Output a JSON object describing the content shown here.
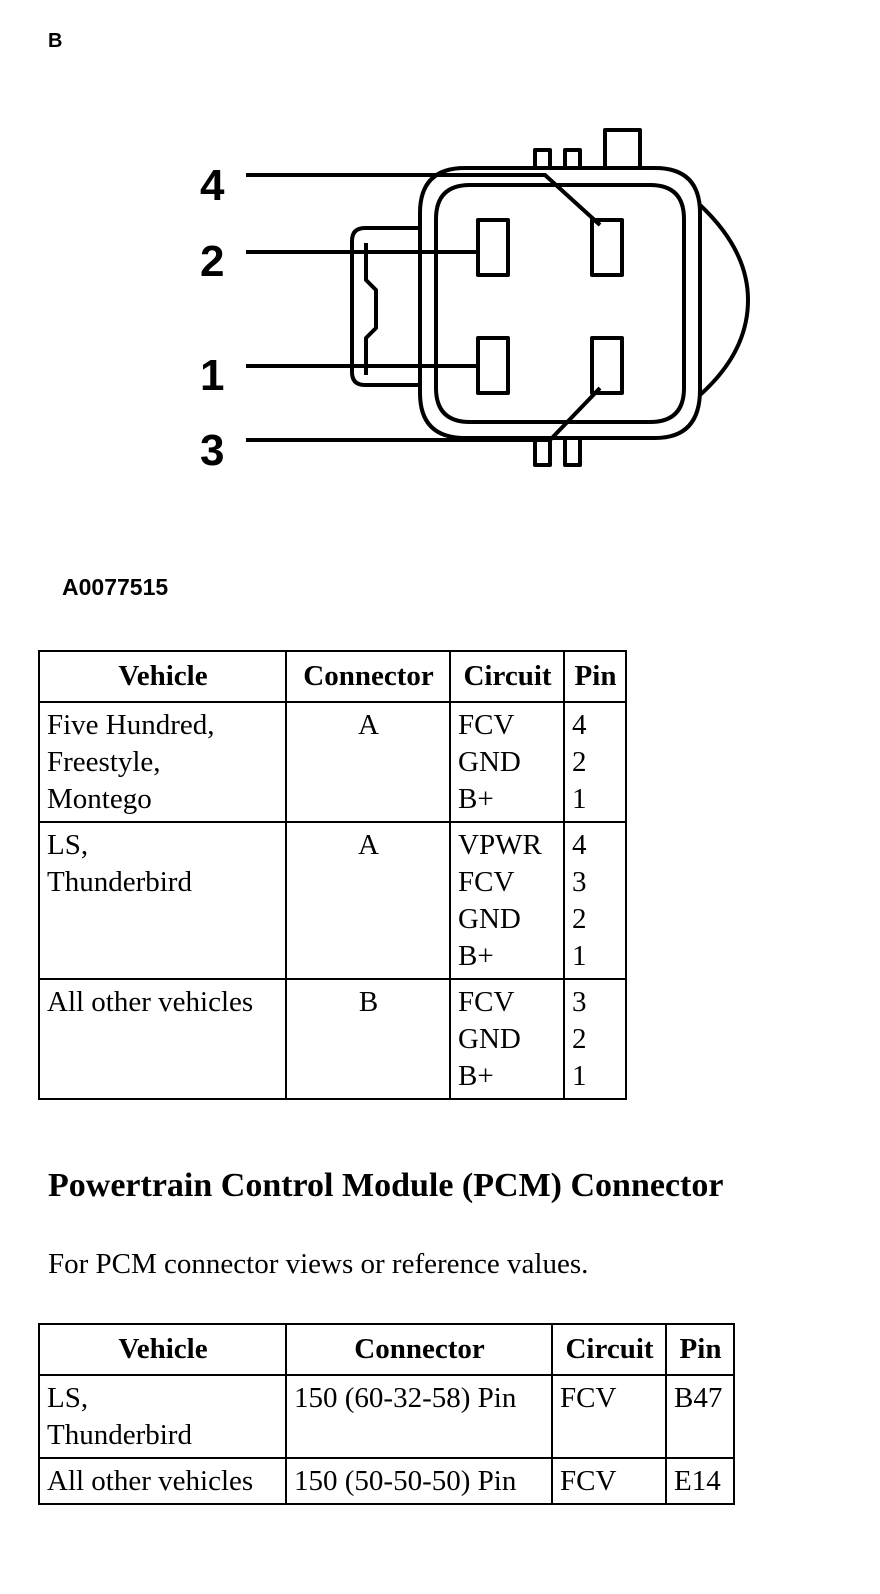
{
  "figure": {
    "letter": "B",
    "id": "A0077515",
    "pin_labels": [
      "4",
      "2",
      "1",
      "3"
    ]
  },
  "table1": {
    "headers": [
      "Vehicle",
      "Connector",
      "Circuit",
      "Pin"
    ],
    "rows": [
      {
        "vehicle": [
          "Five Hundred,",
          "Freestyle,",
          "Montego"
        ],
        "connector": "A",
        "circuits": [
          "FCV",
          "GND",
          "B+"
        ],
        "pins": [
          "4",
          "2",
          "1"
        ]
      },
      {
        "vehicle": [
          "LS,",
          "Thunderbird"
        ],
        "connector": "A",
        "circuits": [
          "VPWR",
          "FCV",
          "GND",
          "B+"
        ],
        "pins": [
          "4",
          "3",
          "2",
          "1"
        ]
      },
      {
        "vehicle": [
          "All other vehicles"
        ],
        "connector": "B",
        "circuits": [
          "FCV",
          "GND",
          "B+"
        ],
        "pins": [
          "3",
          "2",
          "1"
        ]
      }
    ]
  },
  "section": {
    "heading": "Powertrain Control Module (PCM) Connector",
    "note": "For PCM connector views or reference values."
  },
  "table2": {
    "headers": [
      "Vehicle",
      "Connector",
      "Circuit",
      "Pin"
    ],
    "rows": [
      {
        "vehicle": [
          "LS,",
          "Thunderbird"
        ],
        "connector": "150 (60-32-58) Pin",
        "circuit": "FCV",
        "pin": "B47"
      },
      {
        "vehicle": [
          "All other vehicles"
        ],
        "connector": "150 (50-50-50) Pin",
        "circuit": "FCV",
        "pin": "E14"
      }
    ]
  }
}
